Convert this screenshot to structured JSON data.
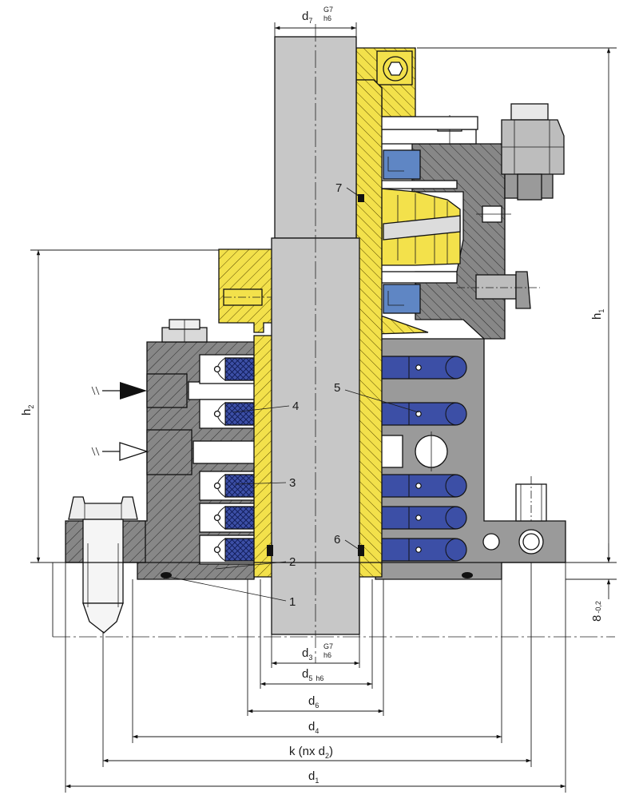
{
  "colors": {
    "housing": "#878787",
    "housing_light": "#a4a4a4",
    "shaft": "#c7c7c7",
    "sleeve": "#f3e14b",
    "seal_blue": "#3c4fa6",
    "bearing_blue": "#5f86c4",
    "line": "#111111"
  },
  "symbols": {
    "inlet": "arrow-filled-icon",
    "outlet": "arrow-hollow-icon"
  },
  "labels": {
    "d7": {
      "base": "d",
      "sub": "7",
      "sup_top": "G7",
      "sup_bot": "h6"
    },
    "d3": {
      "base": "d",
      "sub": "3",
      "sup_top": "G7",
      "sup_bot": "h6"
    },
    "d5": {
      "base": "d",
      "sub": "5",
      "tol": "h6"
    },
    "d6": {
      "base": "d",
      "sub": "6"
    },
    "d4": {
      "base": "d",
      "sub": "4"
    },
    "k": {
      "text": "k (nx d",
      "sub": "2",
      "close": ")"
    },
    "d1": {
      "base": "d",
      "sub": "1"
    },
    "h1": {
      "base": "h",
      "sub": "1"
    },
    "h2": {
      "base": "h",
      "sub": "2"
    },
    "eight": {
      "base": "8",
      "tol": "-0,2"
    }
  },
  "callouts": [
    "1",
    "2",
    "3",
    "4",
    "5",
    "6",
    "7"
  ]
}
